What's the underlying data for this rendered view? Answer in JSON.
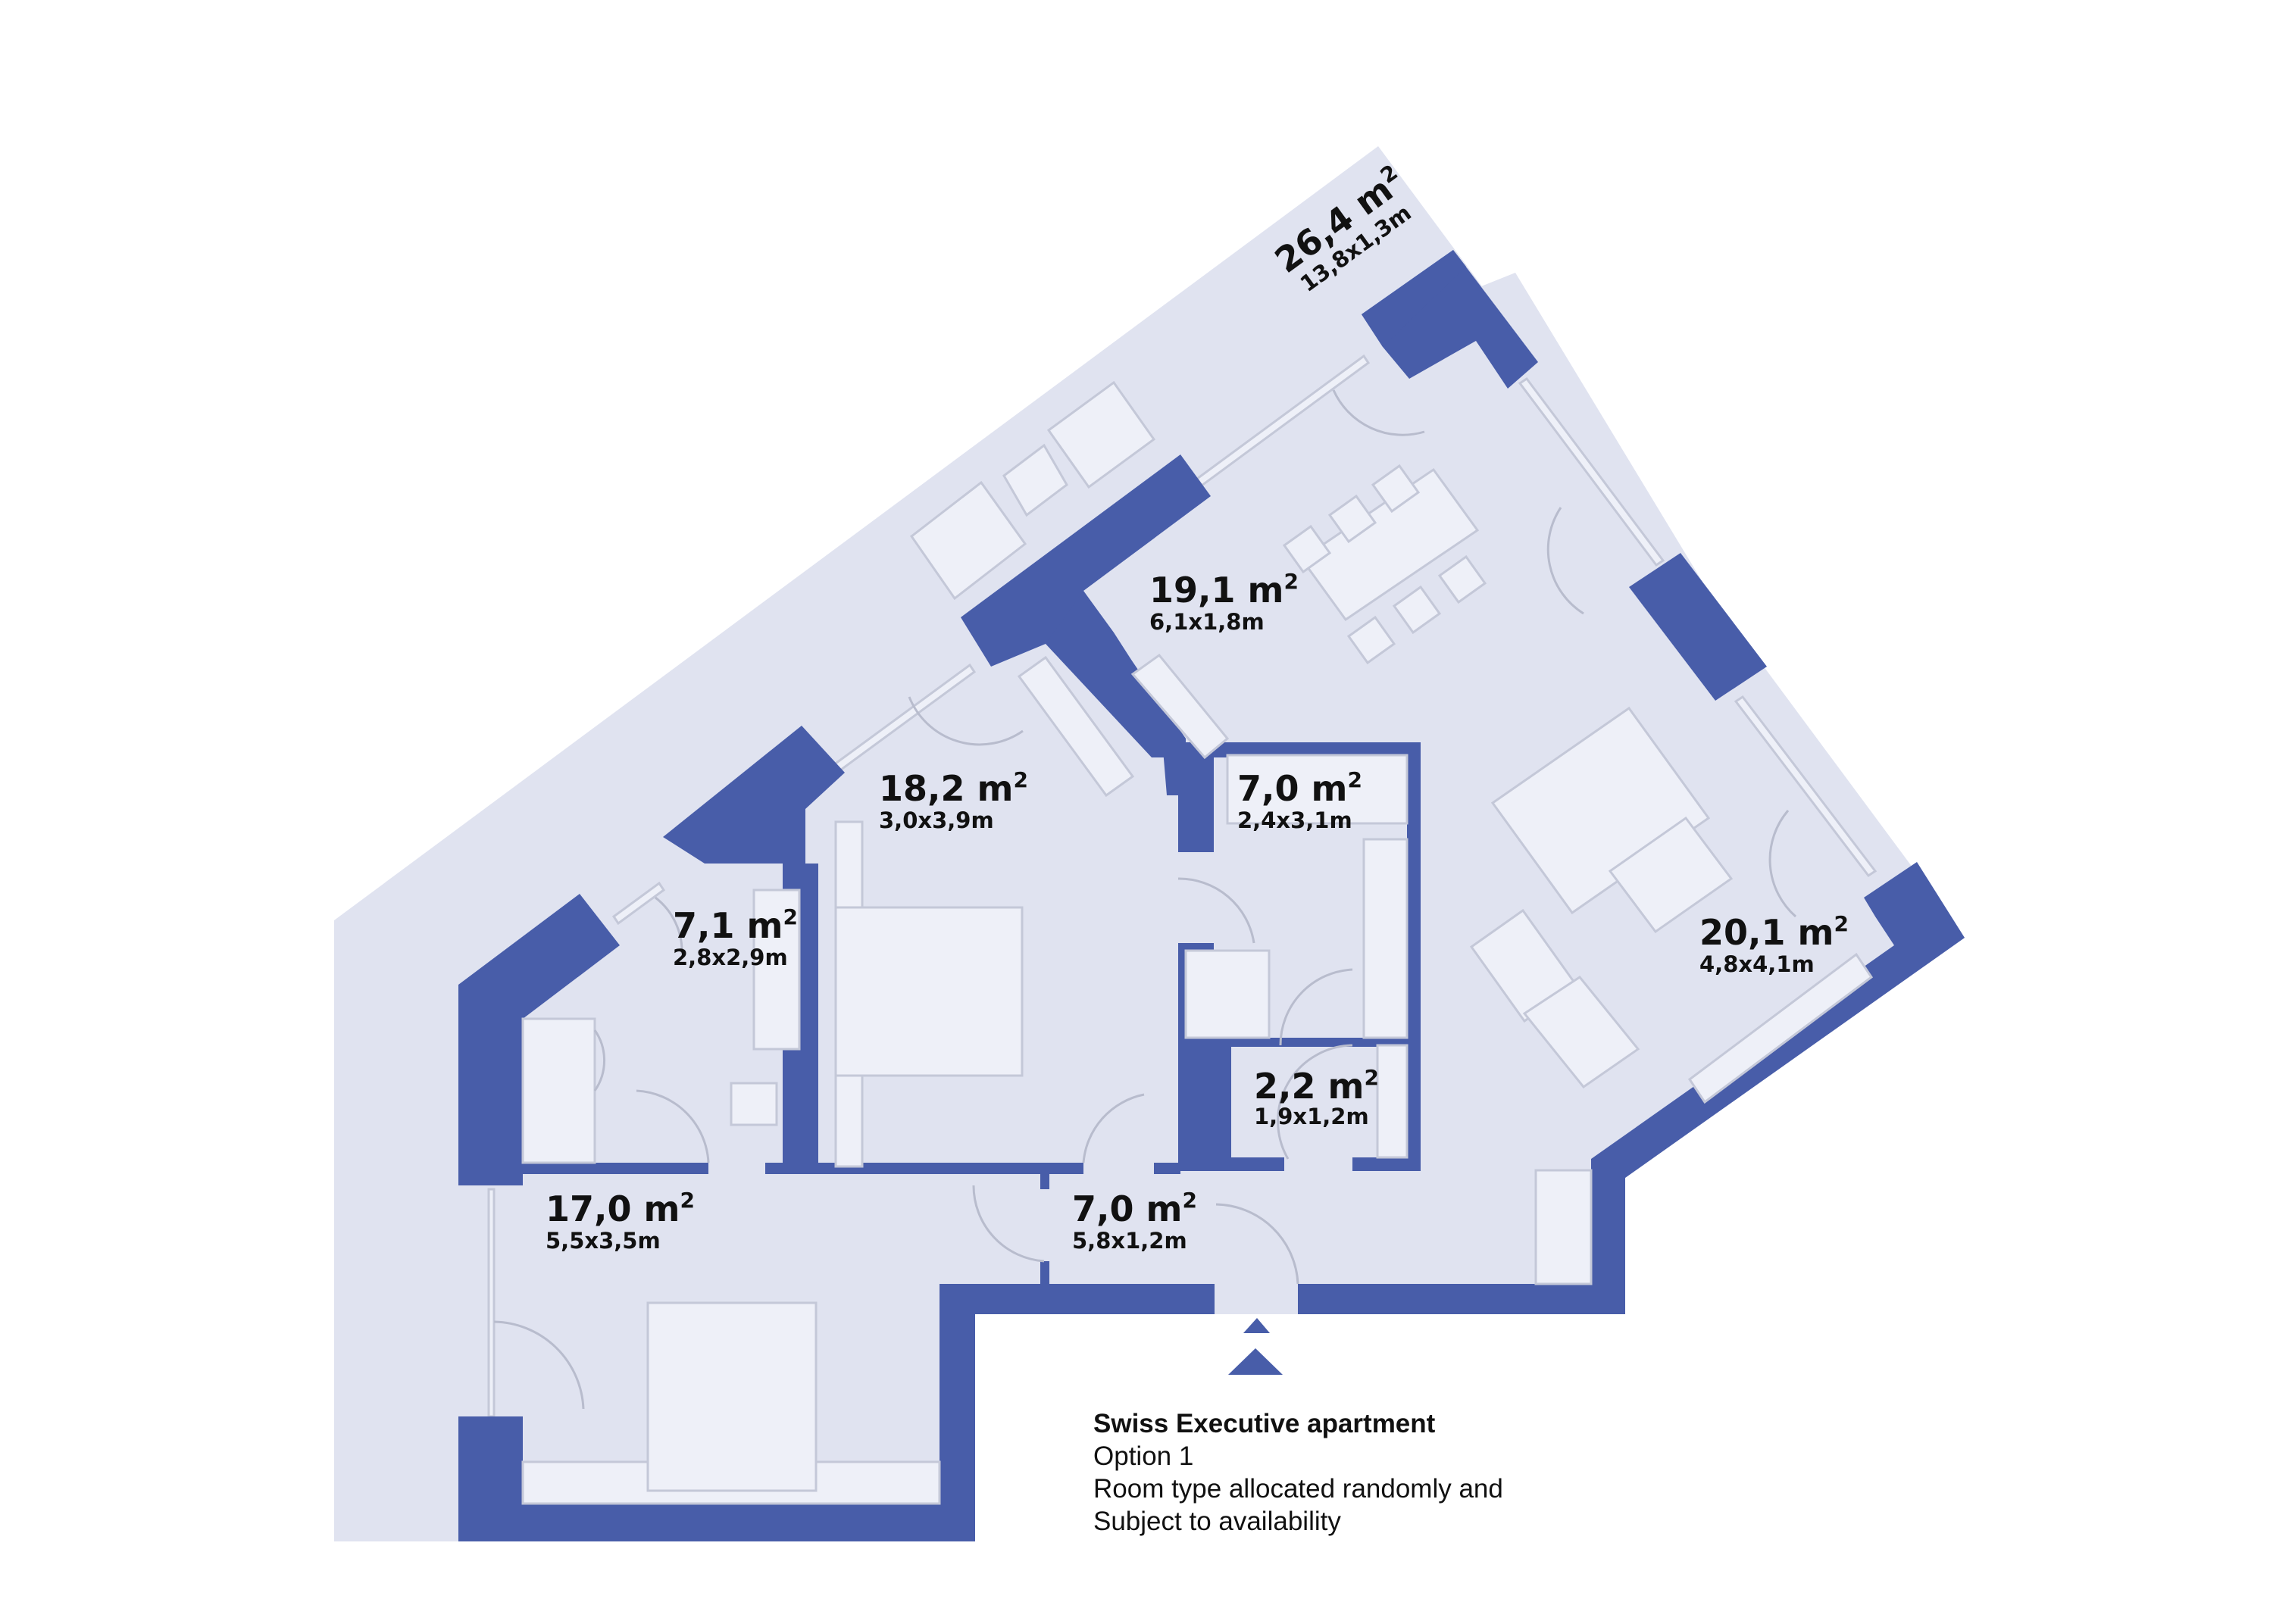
{
  "plan": {
    "title": "Swiss Executive apartment",
    "option": "Option 1",
    "note_line1": "Room type allocated randomly and",
    "note_line2": "Subject to availability",
    "colors": {
      "wall": "#485da9",
      "floor": "#e0e3f0",
      "furniture": "#eef0f8",
      "background": "#ffffff"
    },
    "entrance_marker": "triangle-up"
  },
  "rooms": {
    "terrace": {
      "area": "26,4 m",
      "sup": "2",
      "dims": "13,8x1,3m"
    },
    "living": {
      "area": "19,1 m",
      "sup": "2",
      "dims": "6,1x1,8m"
    },
    "bedroom2": {
      "area": "18,2 m",
      "sup": "2",
      "dims": "3,0x3,9m"
    },
    "bath1": {
      "area": "7,0 m",
      "sup": "2",
      "dims": "2,4x3,1m"
    },
    "bath2": {
      "area": "7,1 m",
      "sup": "2",
      "dims": "2,8x2,9m"
    },
    "lounge": {
      "area": "20,1 m",
      "sup": "2",
      "dims": "4,8x4,1m"
    },
    "wc": {
      "area": "2,2 m",
      "sup": "2",
      "dims": "1,9x1,2m"
    },
    "bedroom1": {
      "area": "17,0 m",
      "sup": "2",
      "dims": "5,5x3,5m"
    },
    "hall": {
      "area": "7,0 m",
      "sup": "2",
      "dims": "5,8x1,2m"
    }
  }
}
